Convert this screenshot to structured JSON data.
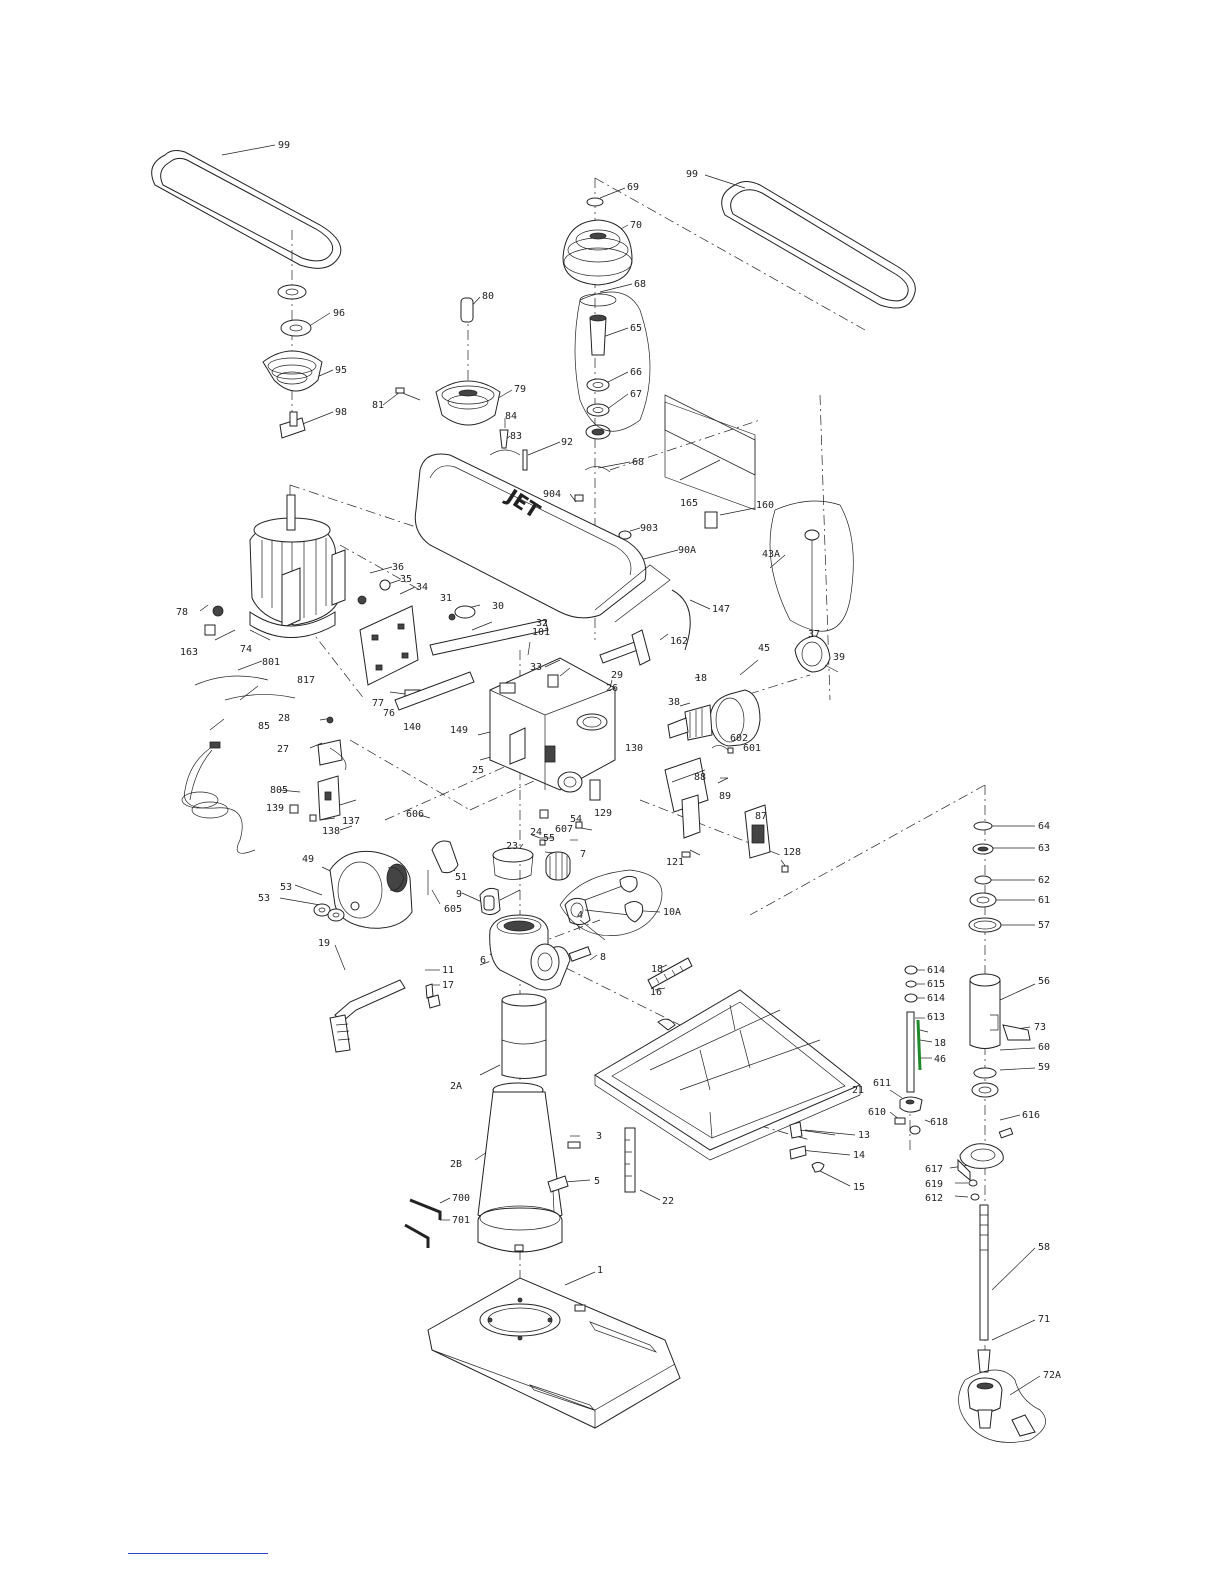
{
  "diagram": {
    "logo_text": "JET",
    "callouts": [
      {
        "id": "c99a",
        "text": "99"
      },
      {
        "id": "c99b",
        "text": "99"
      },
      {
        "id": "c69",
        "text": "69"
      },
      {
        "id": "c70",
        "text": "70"
      },
      {
        "id": "c68a",
        "text": "68"
      },
      {
        "id": "c65",
        "text": "65"
      },
      {
        "id": "c66",
        "text": "66"
      },
      {
        "id": "c67",
        "text": "67"
      },
      {
        "id": "c68b",
        "text": "68"
      },
      {
        "id": "c96",
        "text": "96"
      },
      {
        "id": "c95",
        "text": "95"
      },
      {
        "id": "c98",
        "text": "98"
      },
      {
        "id": "c80",
        "text": "80"
      },
      {
        "id": "c79",
        "text": "79"
      },
      {
        "id": "c81",
        "text": "81"
      },
      {
        "id": "c84",
        "text": "84"
      },
      {
        "id": "c83",
        "text": "83"
      },
      {
        "id": "c92",
        "text": "92"
      },
      {
        "id": "c904",
        "text": "904"
      },
      {
        "id": "c165",
        "text": "165"
      },
      {
        "id": "c160",
        "text": "160"
      },
      {
        "id": "c903",
        "text": "903"
      },
      {
        "id": "c90a",
        "text": "90A"
      },
      {
        "id": "c43a",
        "text": "43A"
      },
      {
        "id": "c36",
        "text": "36"
      },
      {
        "id": "c35",
        "text": "35"
      },
      {
        "id": "c34",
        "text": "34"
      },
      {
        "id": "c31",
        "text": "31"
      },
      {
        "id": "c30",
        "text": "30"
      },
      {
        "id": "c32",
        "text": "32"
      },
      {
        "id": "c101",
        "text": "101"
      },
      {
        "id": "c147",
        "text": "147"
      },
      {
        "id": "c78",
        "text": "78"
      },
      {
        "id": "c163",
        "text": "163"
      },
      {
        "id": "c74",
        "text": "74"
      },
      {
        "id": "c162",
        "text": "162"
      },
      {
        "id": "c37",
        "text": "37"
      },
      {
        "id": "c39",
        "text": "39"
      },
      {
        "id": "c45",
        "text": "45"
      },
      {
        "id": "c33",
        "text": "33"
      },
      {
        "id": "c29",
        "text": "29"
      },
      {
        "id": "c18a",
        "text": "18"
      },
      {
        "id": "c26",
        "text": "26"
      },
      {
        "id": "c801",
        "text": "801"
      },
      {
        "id": "c817",
        "text": "817"
      },
      {
        "id": "c77",
        "text": "77"
      },
      {
        "id": "c76",
        "text": "76"
      },
      {
        "id": "c140",
        "text": "140"
      },
      {
        "id": "c38",
        "text": "38"
      },
      {
        "id": "c28",
        "text": "28"
      },
      {
        "id": "c85",
        "text": "85"
      },
      {
        "id": "c27",
        "text": "27"
      },
      {
        "id": "c149",
        "text": "149"
      },
      {
        "id": "c25",
        "text": "25"
      },
      {
        "id": "c130",
        "text": "130"
      },
      {
        "id": "c602",
        "text": "602"
      },
      {
        "id": "c601",
        "text": "601"
      },
      {
        "id": "c805",
        "text": "805"
      },
      {
        "id": "c88",
        "text": "88"
      },
      {
        "id": "c89",
        "text": "89"
      },
      {
        "id": "c139",
        "text": "139"
      },
      {
        "id": "c137",
        "text": "137"
      },
      {
        "id": "c138",
        "text": "138"
      },
      {
        "id": "c606",
        "text": "606"
      },
      {
        "id": "c54",
        "text": "54"
      },
      {
        "id": "c129",
        "text": "129"
      },
      {
        "id": "c55",
        "text": "55"
      },
      {
        "id": "c607",
        "text": "607"
      },
      {
        "id": "c87",
        "text": "87"
      },
      {
        "id": "c24",
        "text": "24"
      },
      {
        "id": "c23",
        "text": "23"
      },
      {
        "id": "c121",
        "text": "121"
      },
      {
        "id": "c128",
        "text": "128"
      },
      {
        "id": "c7",
        "text": "7"
      },
      {
        "id": "c49",
        "text": "49"
      },
      {
        "id": "c51",
        "text": "51"
      },
      {
        "id": "c64",
        "text": "64"
      },
      {
        "id": "c63",
        "text": "63"
      },
      {
        "id": "c53a",
        "text": "53"
      },
      {
        "id": "c53b",
        "text": "53"
      },
      {
        "id": "c605",
        "text": "605"
      },
      {
        "id": "c9",
        "text": "9"
      },
      {
        "id": "c10a",
        "text": "10A"
      },
      {
        "id": "c62",
        "text": "62"
      },
      {
        "id": "c61",
        "text": "61"
      },
      {
        "id": "c4",
        "text": "4"
      },
      {
        "id": "c57",
        "text": "57"
      },
      {
        "id": "c6",
        "text": "6"
      },
      {
        "id": "c8",
        "text": "8"
      },
      {
        "id": "c19",
        "text": "19"
      },
      {
        "id": "c11",
        "text": "11"
      },
      {
        "id": "c17",
        "text": "17"
      },
      {
        "id": "c18b",
        "text": "18"
      },
      {
        "id": "c16",
        "text": "16"
      },
      {
        "id": "c614a",
        "text": "614"
      },
      {
        "id": "c615",
        "text": "615"
      },
      {
        "id": "c614b",
        "text": "614"
      },
      {
        "id": "c56",
        "text": "56"
      },
      {
        "id": "c613",
        "text": "613"
      },
      {
        "id": "c73",
        "text": "73"
      },
      {
        "id": "c18c",
        "text": "18"
      },
      {
        "id": "c46",
        "text": "46"
      },
      {
        "id": "c60",
        "text": "60"
      },
      {
        "id": "c2a",
        "text": "2A"
      },
      {
        "id": "c21",
        "text": "21"
      },
      {
        "id": "c611",
        "text": "611"
      },
      {
        "id": "c59",
        "text": "59"
      },
      {
        "id": "c610",
        "text": "610"
      },
      {
        "id": "c618",
        "text": "618"
      },
      {
        "id": "c616",
        "text": "616"
      },
      {
        "id": "c13",
        "text": "13"
      },
      {
        "id": "c3",
        "text": "3"
      },
      {
        "id": "c2b",
        "text": "2B"
      },
      {
        "id": "c14",
        "text": "14"
      },
      {
        "id": "c617",
        "text": "617"
      },
      {
        "id": "c15",
        "text": "15"
      },
      {
        "id": "c619",
        "text": "619"
      },
      {
        "id": "c612",
        "text": "612"
      },
      {
        "id": "c5",
        "text": "5"
      },
      {
        "id": "c700",
        "text": "700"
      },
      {
        "id": "c22",
        "text": "22"
      },
      {
        "id": "c701",
        "text": "701"
      },
      {
        "id": "c58",
        "text": "58"
      },
      {
        "id": "c1",
        "text": "1"
      },
      {
        "id": "c71",
        "text": "71"
      },
      {
        "id": "c72a",
        "text": "72A"
      }
    ]
  },
  "colors": {
    "line": "#222222",
    "highlight": "#1f8a2a",
    "link": "#2b44c8"
  }
}
